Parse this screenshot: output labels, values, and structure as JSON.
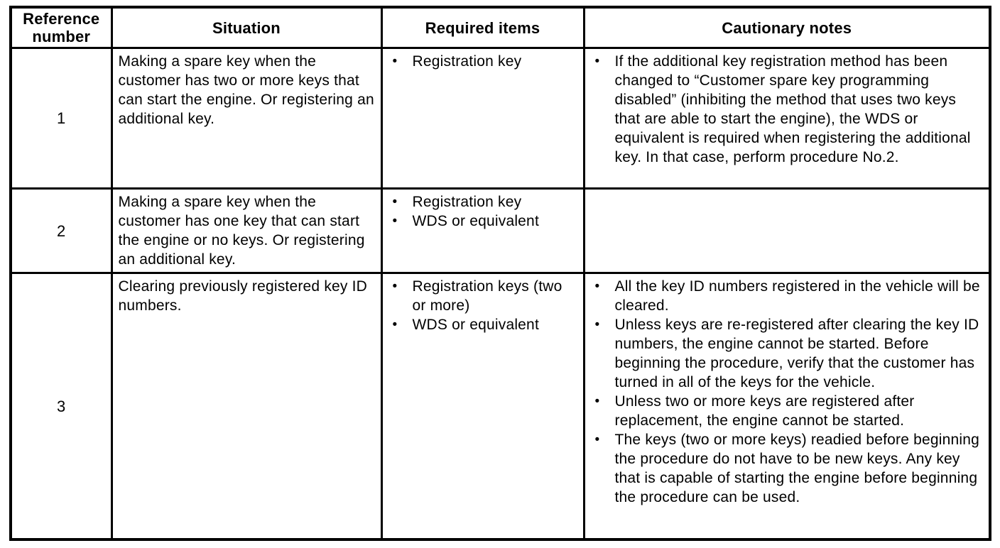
{
  "table": {
    "headers": {
      "reference": "Reference number",
      "situation": "Situation",
      "required_items": "Required items",
      "cautionary_notes": "Cautionary notes"
    },
    "rows": [
      {
        "ref": "1",
        "situation": "Making a spare key when the customer has two or more keys that can start the engine. Or registering an additional key.",
        "required_items": [
          "Registration key"
        ],
        "cautionary_notes": [
          "If the additional key registration method has been changed to “Customer spare key programming disabled” (inhibiting the method that uses two keys that are able to start the engine), the WDS or equivalent is required when registering the additional key. In that case, perform procedure No.2."
        ]
      },
      {
        "ref": "2",
        "situation": "Making a spare key when the customer has one key that can start the engine or no keys. Or registering an additional key.",
        "required_items": [
          "Registration key",
          "WDS or equivalent"
        ],
        "cautionary_notes": []
      },
      {
        "ref": "3",
        "situation": "Clearing previously registered key ID numbers.",
        "required_items": [
          "Registration keys (two or more)",
          "WDS or equivalent"
        ],
        "cautionary_notes": [
          "All the key ID numbers registered in the vehicle will be cleared.",
          "Unless keys are re-registered after clearing the key ID numbers, the engine cannot be started. Before beginning the procedure, verify that the customer has turned in all of the keys for the vehicle.",
          "Unless two or more keys are registered after replacement, the engine cannot be started.",
          "The keys (two or more keys) readied before beginning the procedure do not have to be new keys. Any key that is capable of starting the engine before beginning the procedure can be used."
        ]
      }
    ],
    "bullet_glyph": "•"
  }
}
